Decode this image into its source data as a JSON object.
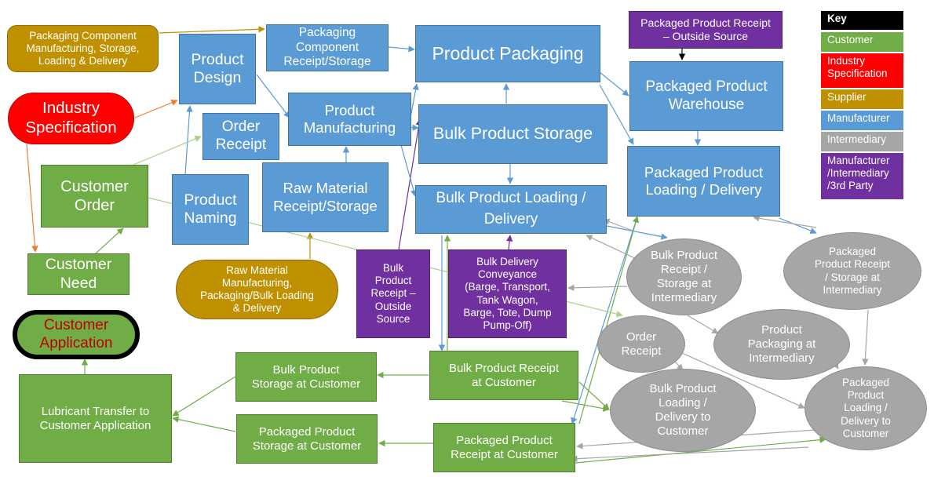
{
  "nodes": {
    "packaging_component": "Packaging Component\nManufacturing, Storage,\nLoading & Delivery",
    "product_design": "Product\nDesign",
    "packaging_component_receipt": "Packaging\nComponent\nReceipt/Storage",
    "product_packaging": "Product Packaging",
    "packaged_receipt_outside": "Packaged Product Receipt\n– Outside Source",
    "packaged_warehouse": "Packaged Product\nWarehouse",
    "industry_specification": "Industry\nSpecification",
    "order_receipt": "Order\nReceipt",
    "product_manufacturing": "Product\nManufacturing",
    "bulk_product_storage": "Bulk Product Storage",
    "packaged_loading": "Packaged Product\nLoading / Delivery",
    "customer_order": "Customer\nOrder",
    "product_naming": "Product\nNaming",
    "raw_material_receipt": "Raw Material\nReceipt/Storage",
    "bulk_loading": "Bulk Product Loading /\nDelivery",
    "customer_need": "Customer\nNeed",
    "raw_material_manufacturing": "Raw Material\nManufacturing,\nPackaging/Bulk Loading\n& Delivery",
    "bulk_receipt_outside": "Bulk\nProduct\nReceipt –\nOutside\nSource",
    "bulk_delivery_conveyance": "Bulk Delivery\nConveyance\n(Barge, Transport,\nTank Wagon,\nBarge, Tote, Dump\nPump-Off)",
    "bulk_storage_intermediary": "Bulk Product\nReceipt /\nStorage at\nIntermediary",
    "packaged_receipt_intermediary": "Packaged\nProduct Receipt\n/  Storage at\nIntermediary",
    "customer_application": "Customer\nApplication",
    "order_receipt_intermediary": "Order\nReceipt",
    "product_packaging_intermediary": "Product\nPackaging at\nIntermediary",
    "bulk_storage_customer": "Bulk Product\nStorage at Customer",
    "bulk_receipt_customer": "Bulk Product Receipt\nat Customer",
    "lubricant_transfer": "Lubricant Transfer to\nCustomer Application",
    "bulk_loading_to_customer": "Bulk Product\nLoading /\nDelivery to\nCustomer",
    "packaged_loading_to_customer": "Packaged\nProduct\nLoading  /\nDelivery to\nCustomer",
    "packaged_storage_customer": "Packaged Product\nStorage at Customer",
    "packaged_receipt_customer": "Packaged Product\nReceipt at Customer"
  },
  "key": {
    "title": "Key",
    "customer": "Customer",
    "industry_specification": "Industry\nSpecification",
    "supplier": "Supplier",
    "manufacturer": "Manufacturer",
    "intermediary": "Intermediary",
    "third_party": "Manufacturer\n/Intermediary\n/3rd Party"
  },
  "colors": {
    "customer": "#70ad47",
    "industry_specification": "#ff0000",
    "supplier": "#bf9000",
    "manufacturer": "#5b9bd5",
    "intermediary": "#a6a6a6",
    "third_party": "#7030a0",
    "key_header": "#000000"
  }
}
